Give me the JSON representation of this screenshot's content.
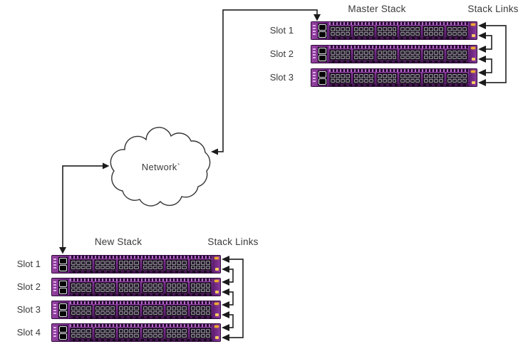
{
  "diagram": {
    "cloud": {
      "label": "Network`"
    },
    "stacks": [
      {
        "id": "master-stack",
        "title": "Master Stack",
        "links_label": "Stack Links",
        "slots": [
          "Slot 1",
          "Slot 2",
          "Slot 3"
        ]
      },
      {
        "id": "new-stack",
        "title": "New Stack",
        "links_label": "Stack Links",
        "slots": [
          "Slot 1",
          "Slot 2",
          "Slot 3",
          "Slot 4"
        ]
      }
    ],
    "colors": {
      "connector": "#2e2e2e",
      "text": "#3a3a3a",
      "switch_bezel": "#7b2f8f",
      "switch_bezel_light": "#a352b5",
      "port_cage": "#2a2430",
      "port_cage_border": "#9a96a0",
      "vent_tick": "#b46cc6",
      "led_yellow": "#f0ad2d"
    }
  }
}
